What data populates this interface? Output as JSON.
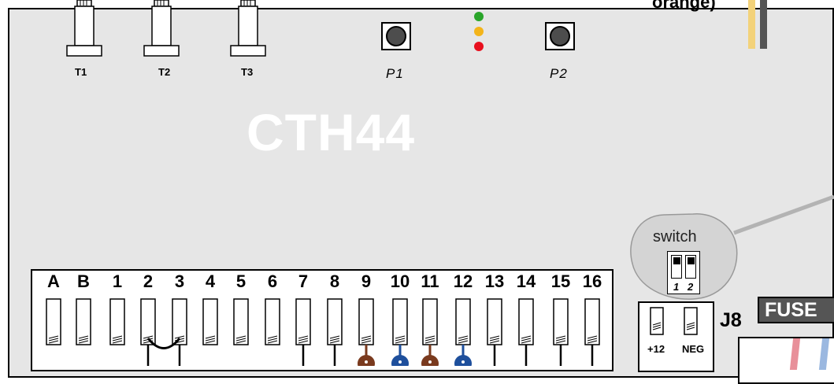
{
  "board": {
    "watermark": "CTH44",
    "corner_text": "orange)"
  },
  "trimmers": [
    {
      "label": "T1"
    },
    {
      "label": "T2"
    },
    {
      "label": "T3"
    }
  ],
  "buttons": [
    {
      "label": "P1"
    },
    {
      "label": "P2"
    }
  ],
  "leds": [
    {
      "color": "#2aa52a",
      "name": "green"
    },
    {
      "color": "#f3b41a",
      "name": "amber"
    },
    {
      "color": "#e8101e",
      "name": "red"
    }
  ],
  "terminal_block": {
    "pins": [
      "A",
      "B",
      "1",
      "2",
      "3",
      "4",
      "5",
      "6",
      "7",
      "8",
      "9",
      "10",
      "11",
      "12",
      "13",
      "14",
      "15",
      "16"
    ],
    "jumper": [
      "2",
      "3"
    ],
    "wire_colors": {
      "brown": "#7a3a1e",
      "blue": "#1e4f9c"
    }
  },
  "switch": {
    "label": "switch",
    "positions": [
      "1",
      "2"
    ]
  },
  "j8": {
    "label": "J8",
    "pins": [
      "+12",
      "NEG"
    ]
  },
  "fuse": {
    "label": "FUSE"
  },
  "cables": {
    "yellow": "#f3d27a",
    "gray": "#555555",
    "switch_wire": "#b3b3b3",
    "pink": "#e8909a",
    "light_blue": "#9bb8e0"
  }
}
